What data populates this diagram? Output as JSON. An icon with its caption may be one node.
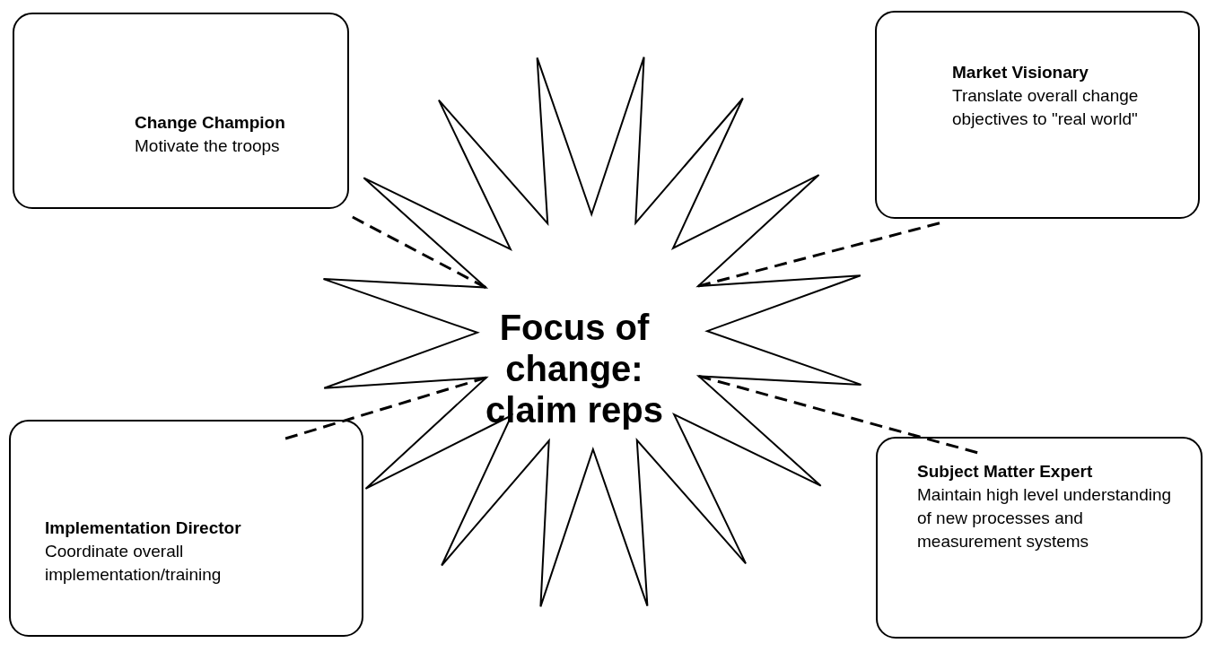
{
  "diagram": {
    "nodes": [
      {
        "text": [
          "Change Champion",
          "Motivate the troops"
        ]
      },
      {
        "text": [
          "Market Visionary",
          "Translate overall change objectives to \"real world\""
        ]
      },
      {
        "text": [
          "Focus of change: claim reps"
        ]
      },
      {
        "text": [
          "Implementation Director",
          "Coordinate overall implementation/training"
        ]
      },
      {
        "text": [
          "Subject Matter Expert",
          "Maintain high level understanding of new processes and measurement systems"
        ]
      }
    ],
    "edges": [
      {
        "from": 2,
        "to": 0,
        "arrow": "none",
        "style": "dashed"
      },
      {
        "from": 2,
        "to": 1,
        "arrow": "none",
        "style": "dashed"
      },
      {
        "from": 2,
        "to": 3,
        "arrow": "none",
        "style": "dashed"
      },
      {
        "from": 2,
        "to": 4,
        "arrow": "none",
        "style": "dashed"
      }
    ]
  }
}
